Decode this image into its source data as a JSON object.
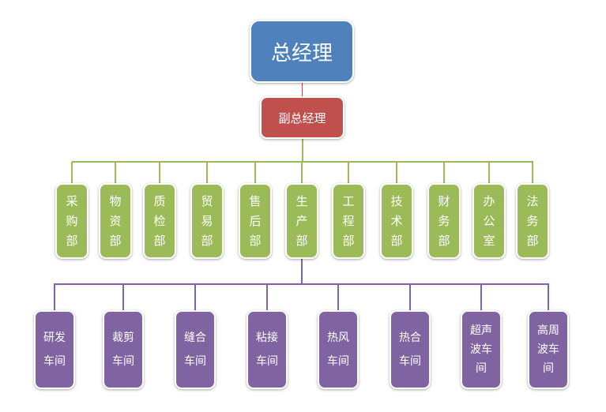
{
  "colors": {
    "top": "#4F81BD",
    "vice": "#C0504D",
    "department": "#9BBB59",
    "workshop": "#8064A2",
    "connector_top": "#C0504D",
    "connector_dept": "#9BBB59",
    "connector_workshop": "#8064A2"
  },
  "chart": {
    "general_manager": "总经理",
    "deputy_general_manager": "副总经理",
    "departments": [
      {
        "label": "采\n购\n部"
      },
      {
        "label": "物\n资\n部"
      },
      {
        "label": "质\n检\n部"
      },
      {
        "label": "贸\n易\n部"
      },
      {
        "label": "售\n后\n部"
      },
      {
        "label": "生\n产\n部"
      },
      {
        "label": "工\n程\n部"
      },
      {
        "label": "技\n术\n部"
      },
      {
        "label": "财\n务\n部"
      },
      {
        "label": "办\n公\n室"
      },
      {
        "label": "法\n务\n部"
      }
    ],
    "workshops_parent": "生产部",
    "workshops": [
      {
        "label": "研发\n车间"
      },
      {
        "label": "裁剪\n车间"
      },
      {
        "label": "缝合\n车间"
      },
      {
        "label": "粘接\n车间"
      },
      {
        "label": "热风\n车间"
      },
      {
        "label": "热合\n车间"
      },
      {
        "label": "超声\n波车\n间"
      },
      {
        "label": "高周\n波车\n间"
      }
    ]
  }
}
